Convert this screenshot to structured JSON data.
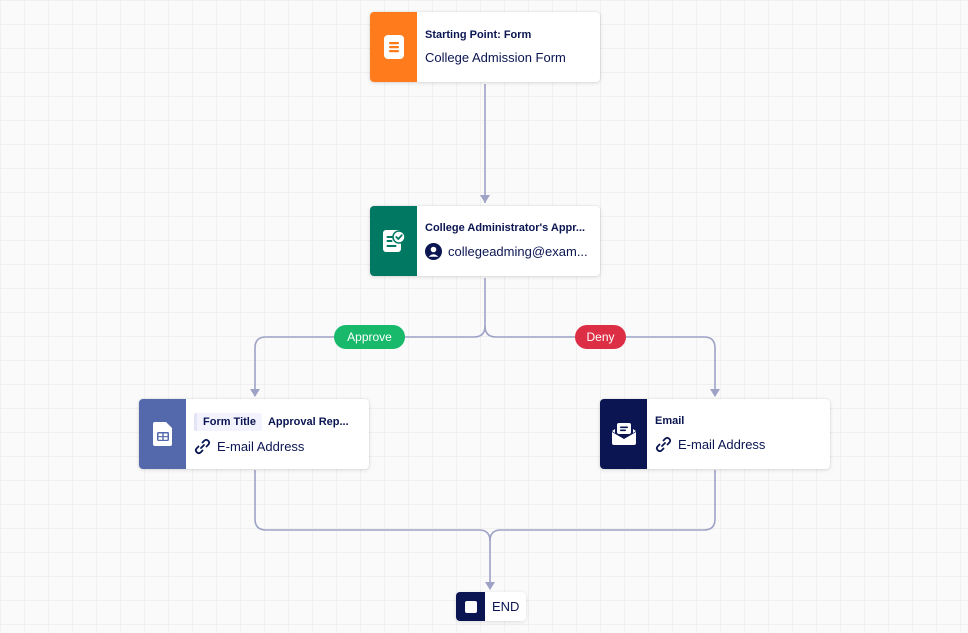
{
  "start_node": {
    "title": "Starting Point: Form",
    "subtitle": "College Admission Form",
    "icon": "form-document-icon",
    "color": "#ff7b1c"
  },
  "approval_node": {
    "title": "College Administrator's Appr...",
    "subtitle": "collegeadming@exam...",
    "icon": "approval-clipboard-icon",
    "subtitle_icon": "user-avatar-icon",
    "color": "#007862"
  },
  "branches": {
    "approve_label": "Approve",
    "approve_color": "#18b96b",
    "deny_label": "Deny",
    "deny_color": "#dc2f45"
  },
  "form_node": {
    "chip": "Form Title",
    "title": "Approval Rep...",
    "subtitle": "E-mail Address",
    "icon": "table-document-icon",
    "subtitle_icon": "link-icon",
    "color": "#5369ab"
  },
  "email_node": {
    "title": "Email",
    "subtitle": "E-mail Address",
    "icon": "envelope-icon",
    "subtitle_icon": "link-icon",
    "color": "#0a1551"
  },
  "end_node": {
    "label": "END",
    "icon": "stop-square-icon",
    "color": "#0a1551"
  },
  "connector_color": "#9ea3c6"
}
